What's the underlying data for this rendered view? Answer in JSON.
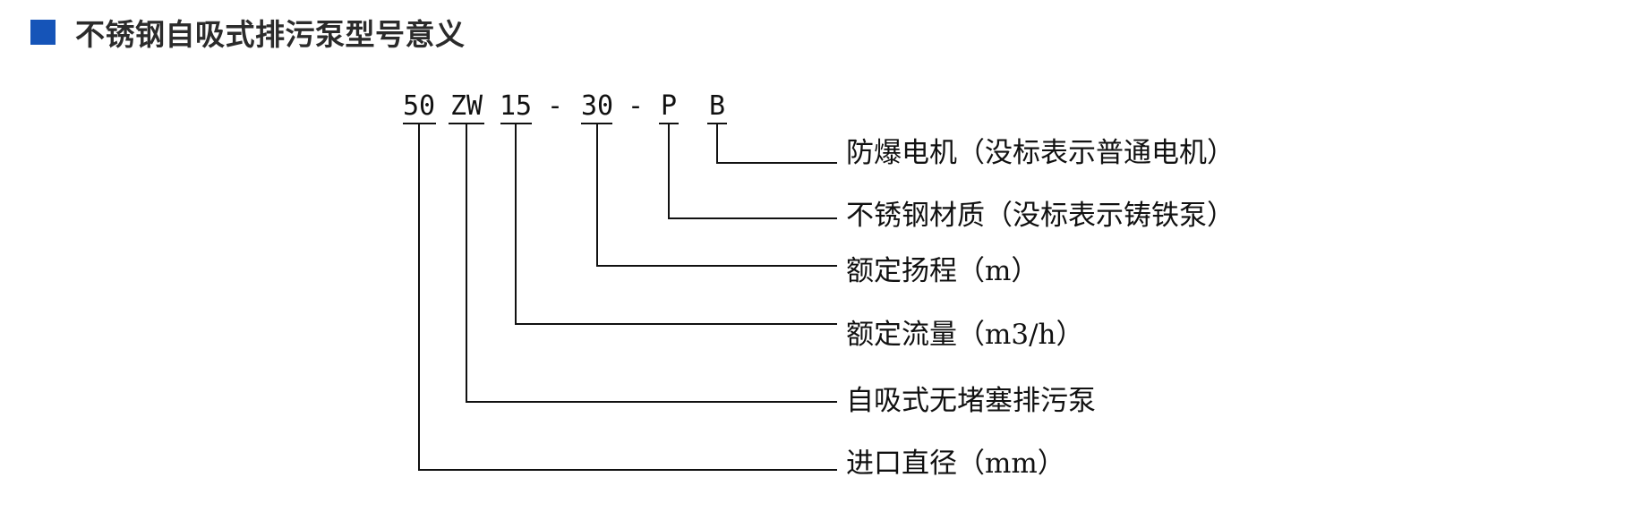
{
  "header": {
    "title": "不锈钢自吸式排污泵型号意义",
    "accent_color": "#1554b8"
  },
  "diagram": {
    "code_parts": [
      "50",
      "ZW",
      "15",
      "-",
      "30",
      "-",
      "P",
      "B"
    ],
    "labels": [
      "防爆电机（没标表示普通电机）",
      "不锈钢材质（没标表示铸铁泵）",
      "额定扬程（m）",
      "额定流量（m3/h）",
      "自吸式无堵塞排污泵",
      "进口直径（mm）"
    ]
  }
}
